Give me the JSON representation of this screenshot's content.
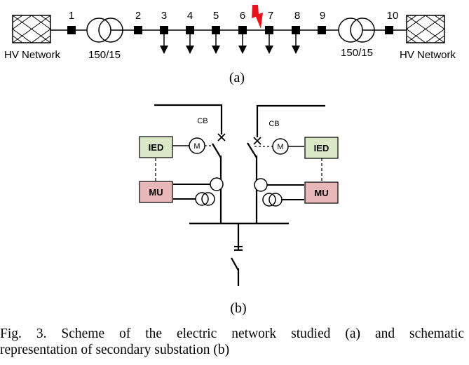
{
  "network": {
    "left_source_label": "HV Network",
    "right_source_label": "HV Network",
    "left_transformer_label": "150/15",
    "right_transformer_label": "150/15",
    "nodes": [
      "1",
      "2",
      "3",
      "4",
      "5",
      "6",
      "7",
      "8",
      "9",
      "10"
    ],
    "part_label": "(a)"
  },
  "substation": {
    "cb_label_left": "CB",
    "cb_label_right": "CB",
    "motor_label_left": "M",
    "motor_label_right": "M",
    "ied_label_left": "IED",
    "ied_label_right": "IED",
    "mu_label_left": "MU",
    "mu_label_right": "MU",
    "part_label": "(b)",
    "colors": {
      "ied_fill": "#dbe8c8",
      "mu_fill": "#e8b8b8",
      "fault": "#e8141c"
    }
  },
  "caption": {
    "line1": "Fig. 3. Scheme of the electric network studied (a) and schematic",
    "line2": "representation of secondary substation (b)"
  }
}
